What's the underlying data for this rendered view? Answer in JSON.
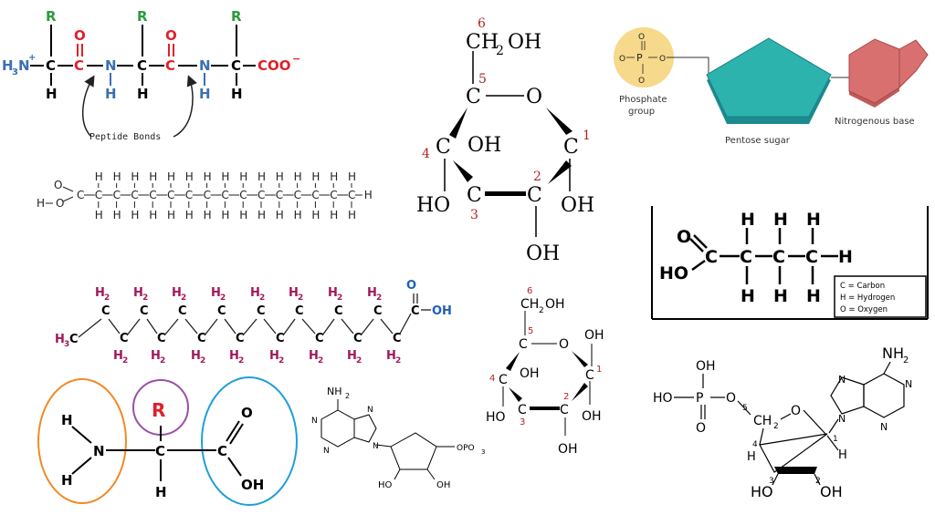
{
  "peptide": {
    "amine": "H",
    "amine_sub": "3",
    "amine_sup": "+",
    "n": "N",
    "r": "R",
    "c": "C",
    "o": "O",
    "h": "H",
    "carboxylate": "COO",
    "carboxylate_sup": "−",
    "caption": "Peptide Bonds",
    "colors": {
      "r": "#2a9d3a",
      "oxygen": "#e0202a",
      "nitrogen": "#3a6fb5",
      "carbon": "#000000"
    }
  },
  "fatty_acid_line": {
    "h": "H",
    "c": "C",
    "o": "O",
    "end_h": "H",
    "carbon_count": 16
  },
  "glucose_large": {
    "numbers": [
      "6",
      "5",
      "4",
      "3",
      "2",
      "1"
    ],
    "ch2oh": "CH",
    "ch2oh_sub": "2",
    "oh": "OH",
    "ho": "HO",
    "c": "C",
    "o": "O"
  },
  "nucleotide": {
    "phosphate_label": "Phosphate",
    "phosphate_label2": "group",
    "sugar_label": "Pentose sugar",
    "base_label": "Nitrogenous base",
    "p": "P",
    "o": "O",
    "minus": "−"
  },
  "butanoic": {
    "o": "O",
    "ho": "HO",
    "c": "C",
    "h": "H",
    "legend": [
      "C = Carbon",
      "H = Hydrogen",
      "O = Oxygen"
    ]
  },
  "fatty_acid_condensed": {
    "h2": "H",
    "h2_sub": "2",
    "h3": "H",
    "h3_sub": "3",
    "c": "C",
    "o": "O",
    "oh": "OH"
  },
  "amino_acid": {
    "h": "H",
    "n": "N",
    "r": "R",
    "c": "C",
    "o": "O",
    "oh": "OH"
  },
  "amp_small": {
    "nh2": "NH",
    "nh2_sub": "2",
    "n": "N",
    "ho": "HO",
    "oh": "OH",
    "opo": "OPO",
    "opo_sub": "3"
  },
  "glucose_small": {
    "numbers": [
      "6",
      "5",
      "4",
      "3",
      "2",
      "1"
    ],
    "ch2oh": "CH",
    "ch2oh_sub": "2",
    "oh": "OH",
    "ho": "HO",
    "c": "C",
    "o": "O"
  },
  "amp_large": {
    "nh2": "NH",
    "nh2_sub": "2",
    "oh": "OH",
    "ho": "HO",
    "p": "P",
    "o": "O",
    "ch2": "CH",
    "ch2_sub": "2",
    "n": "N",
    "h": "H",
    "numbers": [
      "5",
      "4",
      "3",
      "2",
      "1"
    ]
  }
}
